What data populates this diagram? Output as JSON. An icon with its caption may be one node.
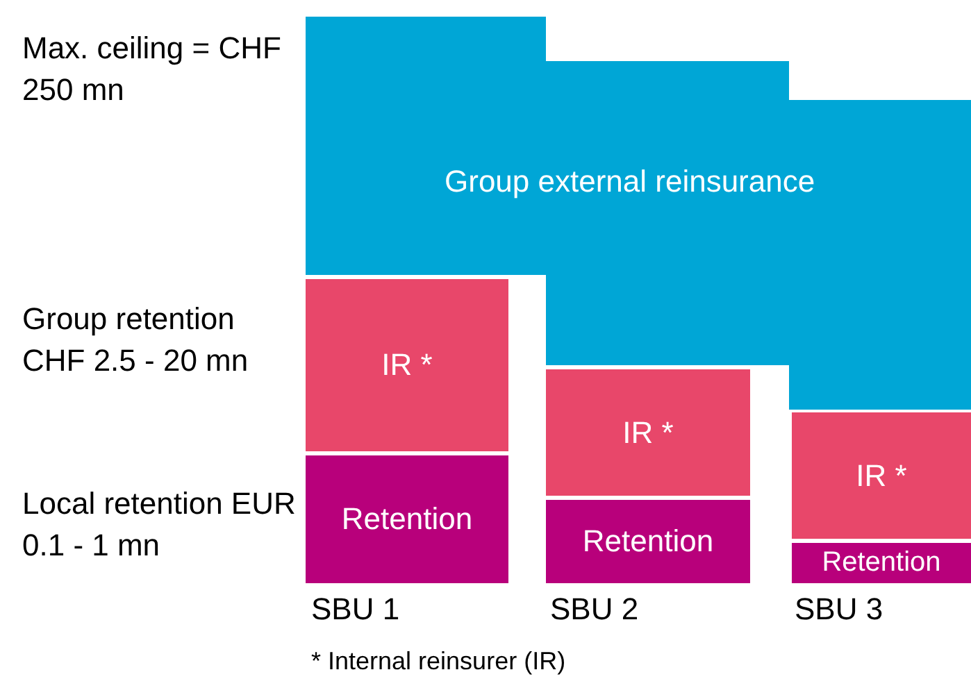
{
  "diagram": {
    "nodes": [
      {
        "text": [
          "Group external reinsurance"
        ]
      },
      {
        "text": [
          "IR *"
        ]
      },
      {
        "text": [
          "Retention"
        ]
      },
      {
        "text": [
          "IR *"
        ]
      },
      {
        "text": [
          "Retention"
        ]
      },
      {
        "text": [
          "IR *"
        ]
      },
      {
        "text": [
          "Retention"
        ]
      }
    ],
    "labels": [
      "Max. ceiling = CHF 250 mn",
      "Group retention CHF 2.5 - 20 mn",
      "Local retention EUR 0.1 - 1 mn",
      "SBU 1",
      "SBU 2",
      "SBU 3",
      "* Internal reinsurer (IR)"
    ]
  }
}
